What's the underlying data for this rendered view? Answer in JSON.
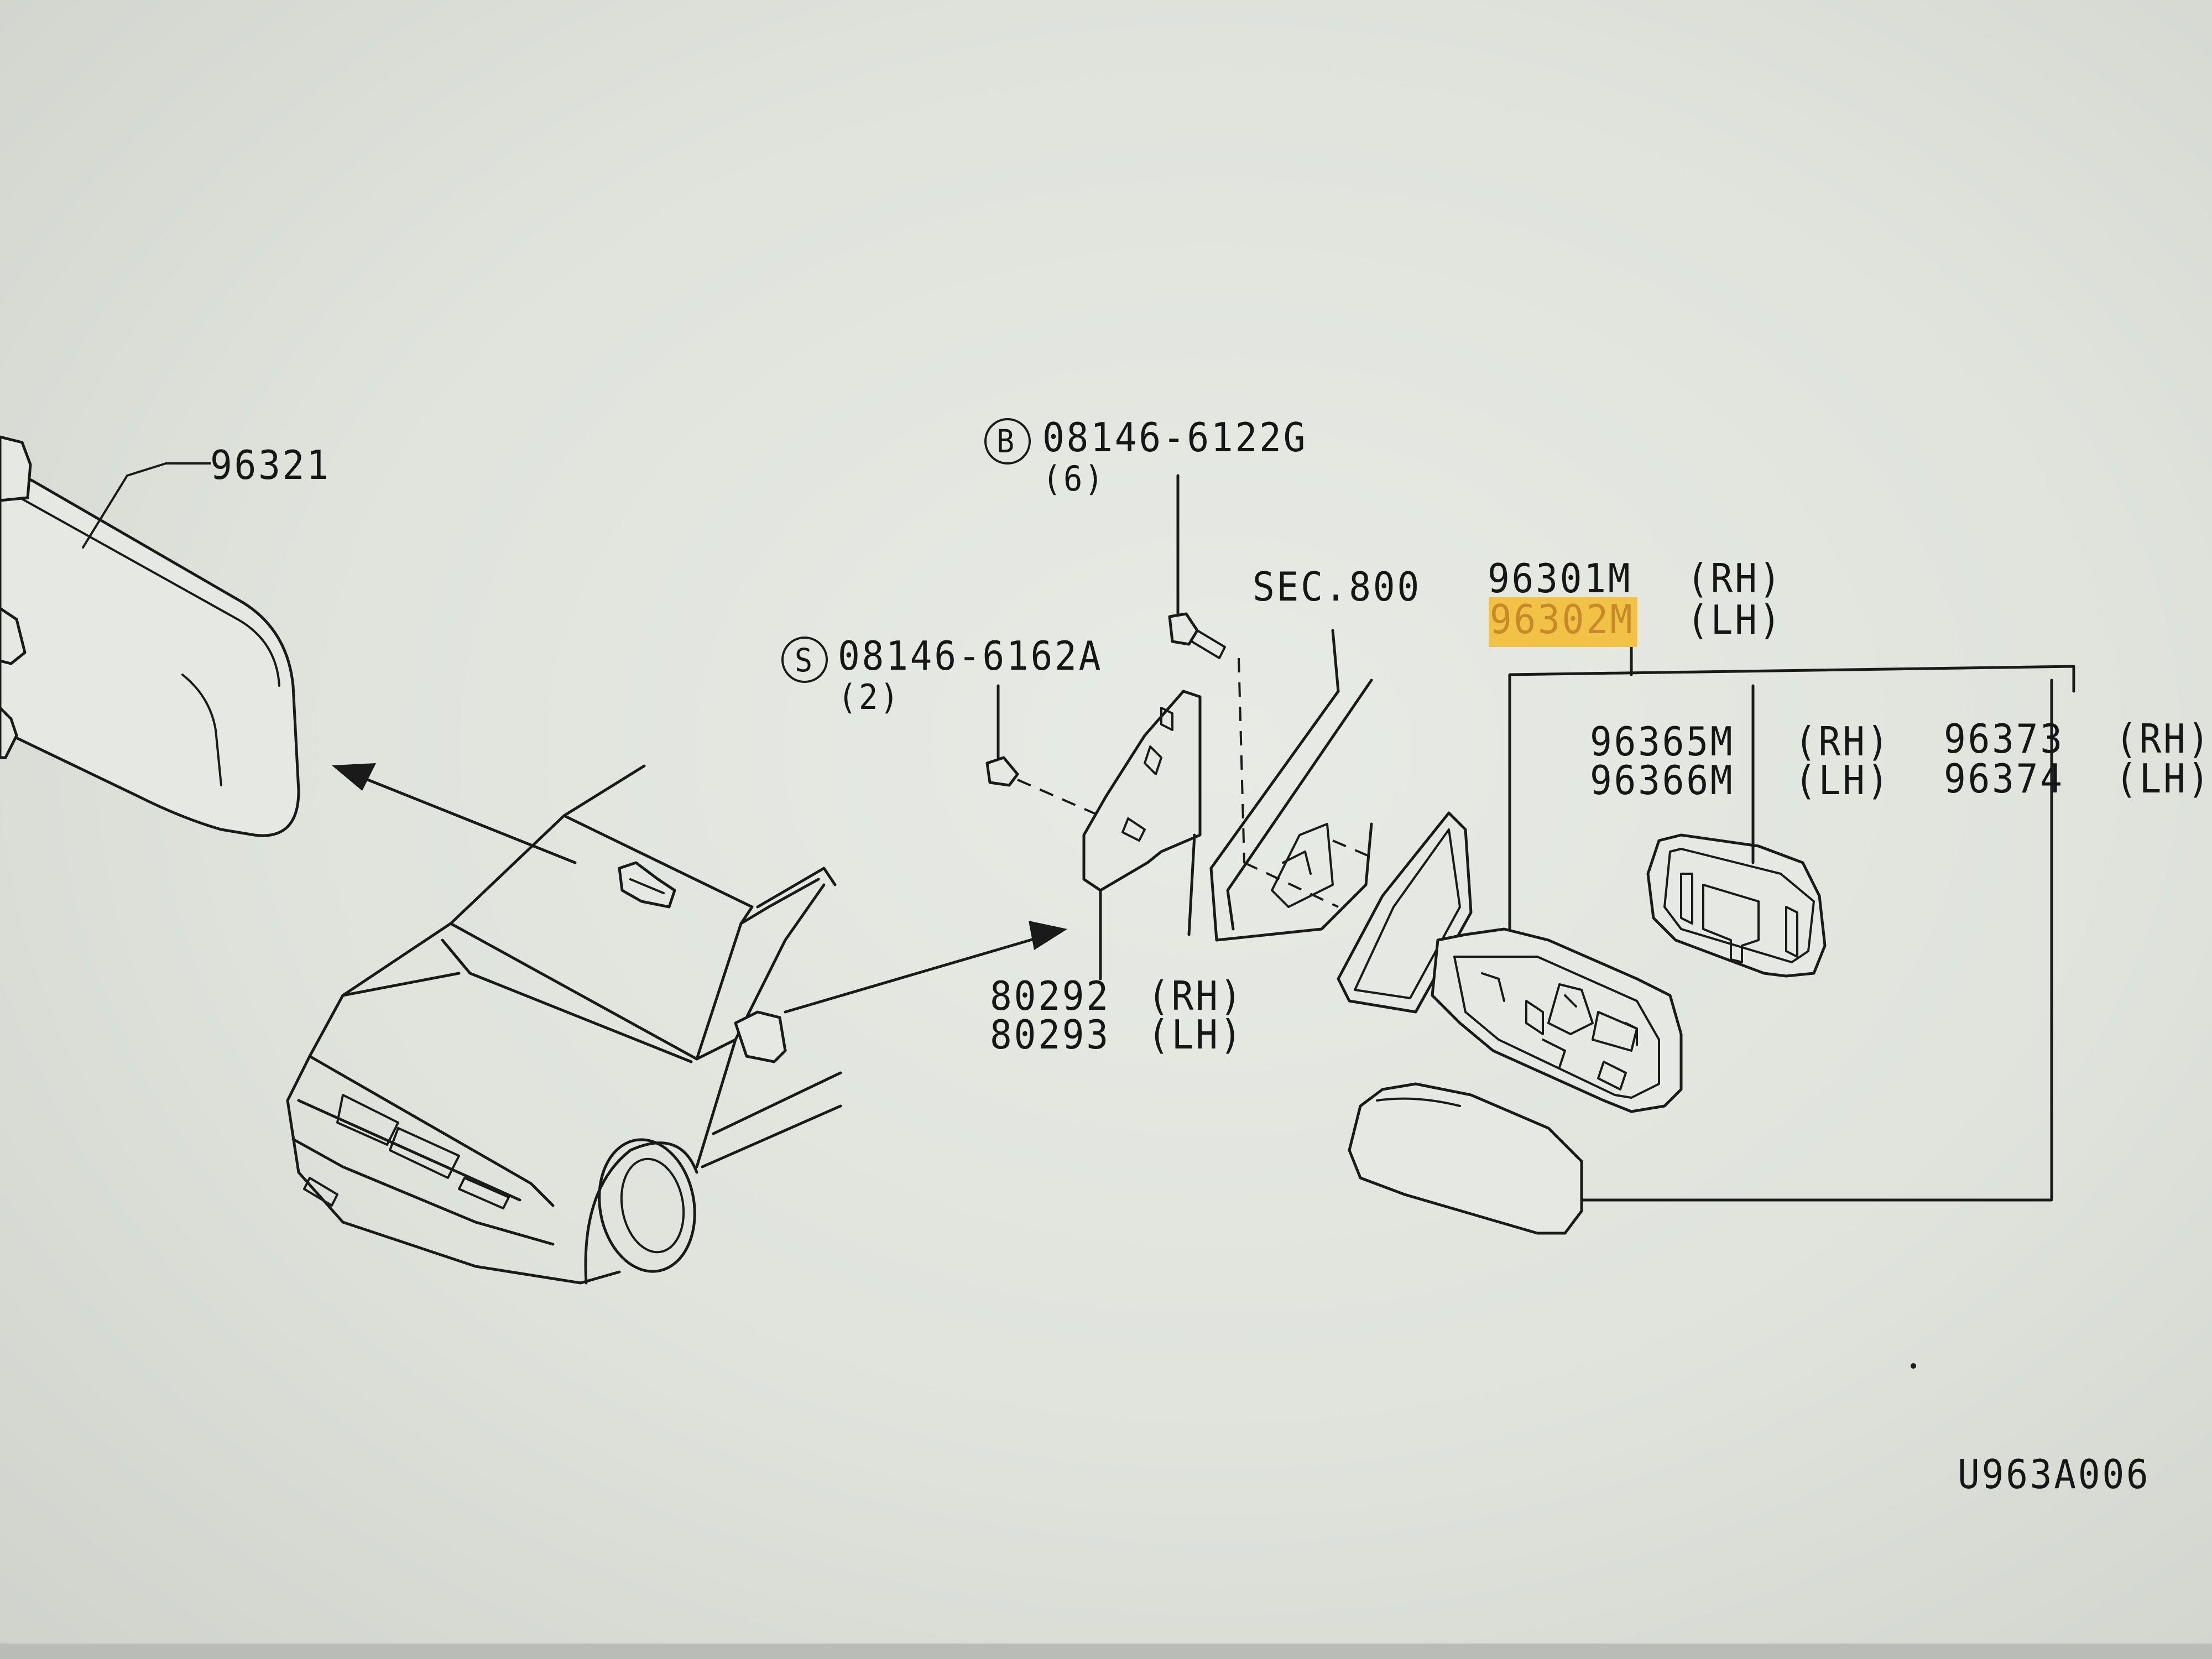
{
  "diagram_code": "U963A006",
  "highlight_color": "#f2c247",
  "labels": {
    "inner_mirror": "96321",
    "bolt_b_code": "08146-6122G",
    "bolt_b_letter": "B",
    "bolt_b_qty": "(6)",
    "screw_s_code": "08146-6162A",
    "screw_s_letter": "S",
    "screw_s_qty": "(2)",
    "section_ref": "SEC.800",
    "door_mirror_rh": "96301M",
    "door_mirror_rh_side": "(RH)",
    "door_mirror_lh": "96302M",
    "door_mirror_lh_side": "(LH)",
    "glass_rh": "96365M",
    "glass_rh_side": "(RH)",
    "glass_lh": "96366M",
    "glass_lh_side": "(LH)",
    "cover_rh": "96373",
    "cover_rh_side": "(RH)",
    "cover_lh": "96374",
    "cover_lh_side": "(LH)",
    "finisher_rh": "80292",
    "finisher_rh_side": "(RH)",
    "finisher_lh": "80293",
    "finisher_lh_side": "(LH)"
  }
}
